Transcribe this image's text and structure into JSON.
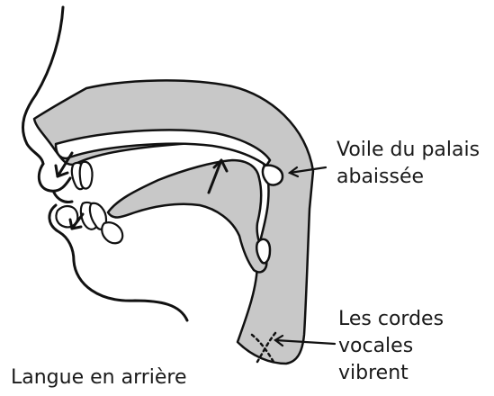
{
  "labels": {
    "voile": [
      "Voile du palais",
      "abaissée"
    ],
    "cordes": [
      "Les cordes",
      "vocales",
      "vibrent"
    ],
    "langue": "Langue en arrière"
  },
  "colors": {
    "cavity_fill": "#c8c8c8",
    "line": "#111111",
    "background": "#ffffff"
  }
}
